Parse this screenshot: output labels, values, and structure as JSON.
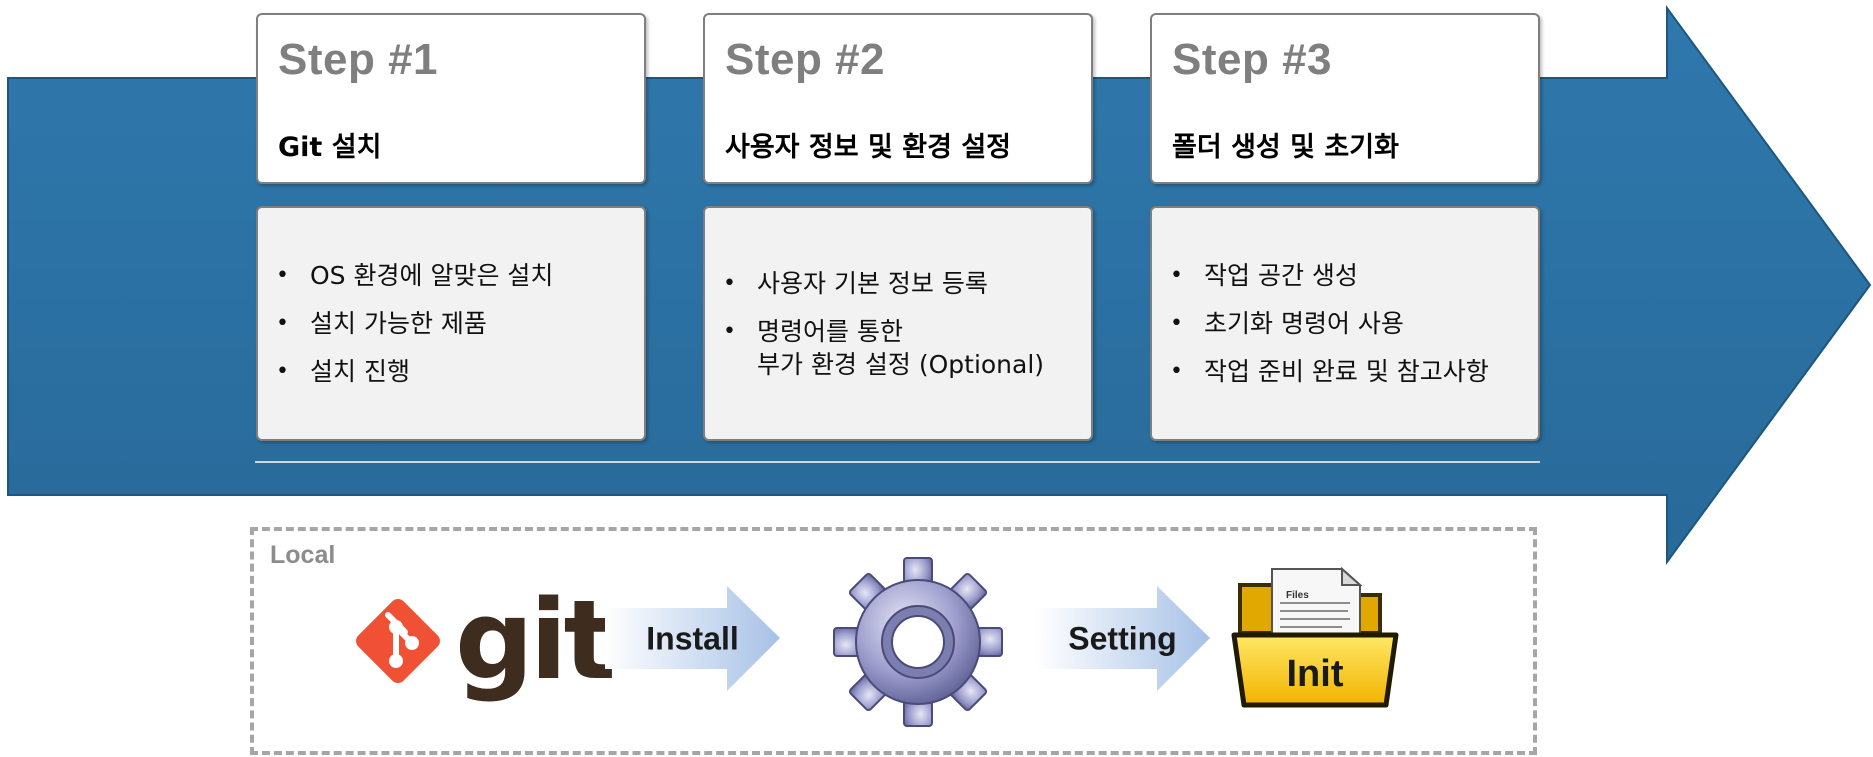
{
  "steps": [
    {
      "title": "Step #1",
      "subtitle": "Git 설치",
      "items": [
        "OS 환경에 알맞은 설치",
        "설치 가능한 제품",
        "설치 진행"
      ]
    },
    {
      "title": "Step #2",
      "subtitle": "사용자 정보 및 환경 설정",
      "items": [
        "사용자 기본 정보 등록",
        "명령어를 통한\n부가 환경 설정 (Optional)"
      ]
    },
    {
      "title": "Step #3",
      "subtitle": "폴더 생성 및 초기화",
      "items": [
        "작업 공간 생성",
        "초기화 명령어 사용",
        "작업 준비 완료 및 참고사항"
      ]
    }
  ],
  "local": {
    "label": "Local",
    "logo_text": "git",
    "install_label": "Install",
    "setting_label": "Setting",
    "init_label": "Init",
    "files_label": "Files",
    "icons": [
      "git-logo-icon",
      "gear-icon",
      "folder-files-icon"
    ]
  },
  "colors": {
    "banner": "#2b6ea0",
    "banner_edge": "#1d567f",
    "card_border": "#7f7f7f",
    "card_body": "#f2f2f2",
    "step_title": "#7f7f7f",
    "flow_arrow": "#a9c3e5",
    "git_orange": "#f05033",
    "git_brown": "#3e2c1f"
  }
}
